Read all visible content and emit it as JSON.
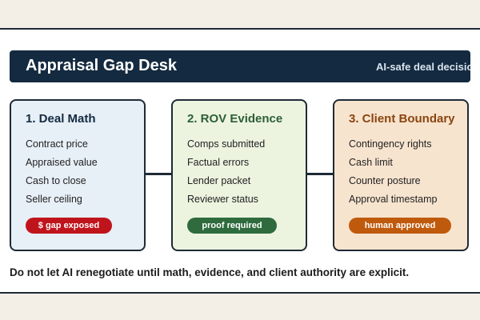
{
  "header": {
    "title": "Appraisal Gap Desk",
    "tagline": "AI-safe deal decisio"
  },
  "cards": [
    {
      "title": "1. Deal Math",
      "items": [
        "Contract price",
        "Appraised value",
        "Cash to close",
        "Seller ceiling"
      ],
      "badge": "$ gap exposed",
      "bg": "#e7eff7",
      "title_color": "#142a40",
      "badge_color": "#c0141c"
    },
    {
      "title": "2. ROV Evidence",
      "items": [
        "Comps submitted",
        "Factual errors",
        "Lender packet",
        "Reviewer status"
      ],
      "badge": "proof required",
      "bg": "#ecf4e0",
      "title_color": "#2d5e36",
      "badge_color": "#2f6b3d"
    },
    {
      "title": "3. Client Boundary",
      "items": [
        "Contingency rights",
        "Cash limit",
        "Counter posture",
        "Approval timestamp"
      ],
      "badge": "human approved",
      "bg": "#f7e4cf",
      "title_color": "#8a4510",
      "badge_color": "#bf5a0d"
    }
  ],
  "footer": {
    "text": "Do not let AI renegotiate until math, evidence, and client authority are explicit."
  }
}
